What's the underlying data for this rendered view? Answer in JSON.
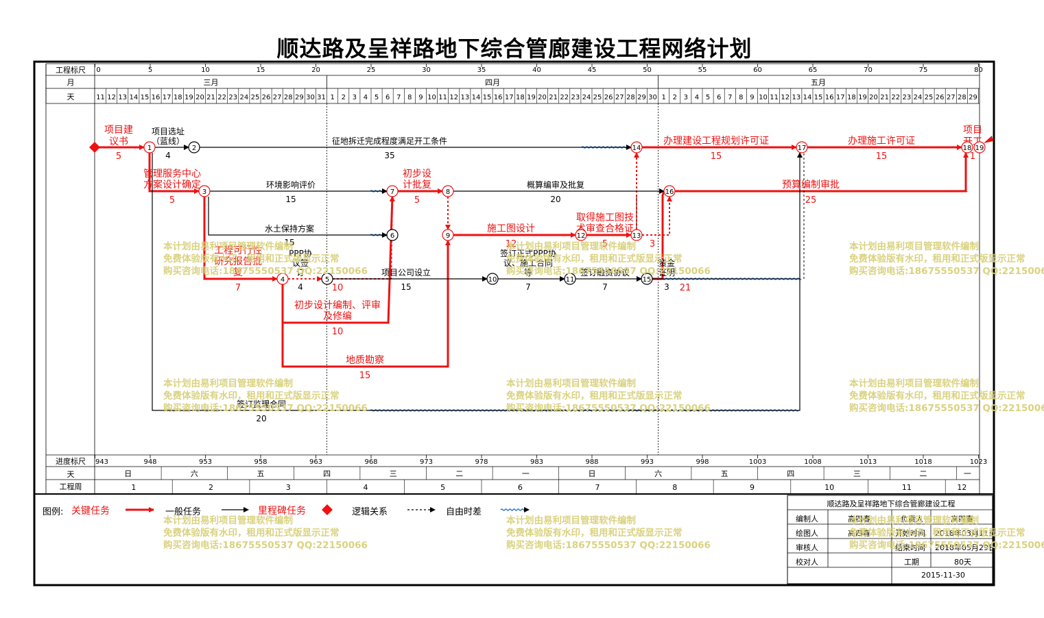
{
  "title": "顺达路及呈祥路地下综合管廊建设工程网络计划",
  "scale": {
    "row_labels": {
      "ruler": "工程标尺",
      "month": "月",
      "day": "天",
      "progress": "进度标尺",
      "weekday": "天",
      "week": "工程周"
    },
    "ruler_ticks": [
      "0",
      "5",
      "10",
      "15",
      "20",
      "25",
      "30",
      "35",
      "40",
      "45",
      "50",
      "55",
      "60",
      "65",
      "70",
      "75",
      "80"
    ],
    "months": [
      "三月",
      "四月",
      "五月"
    ],
    "days": [
      "11",
      "12",
      "13",
      "14",
      "15",
      "16",
      "17",
      "18",
      "19",
      "20",
      "21",
      "22",
      "23",
      "24",
      "25",
      "26",
      "27",
      "28",
      "29",
      "30",
      "31",
      "1",
      "2",
      "3",
      "4",
      "5",
      "6",
      "7",
      "8",
      "9",
      "10",
      "11",
      "12",
      "13",
      "14",
      "15",
      "16",
      "17",
      "18",
      "19",
      "20",
      "21",
      "22",
      "23",
      "24",
      "25",
      "26",
      "27",
      "28",
      "29",
      "30",
      "1",
      "2",
      "3",
      "4",
      "5",
      "6",
      "7",
      "8",
      "9",
      "10",
      "11",
      "12",
      "13",
      "14",
      "15",
      "16",
      "17",
      "18",
      "19",
      "20",
      "21",
      "22",
      "23",
      "24",
      "25",
      "26",
      "27",
      "28",
      "29"
    ],
    "progress_ticks": [
      "943",
      "948",
      "953",
      "958",
      "963",
      "968",
      "973",
      "978",
      "983",
      "988",
      "993",
      "998",
      "1003",
      "1008",
      "1013",
      "1018",
      "1023"
    ],
    "weekdays": [
      "日",
      "六",
      "五",
      "四",
      "三",
      "二",
      "一",
      "日",
      "六",
      "五",
      "四",
      "三",
      "二",
      "一"
    ],
    "weeks": [
      "1",
      "2",
      "3",
      "4",
      "5",
      "6",
      "7",
      "8",
      "9",
      "10",
      "11",
      "12"
    ]
  },
  "nodes": [
    "1",
    "2",
    "3",
    "4",
    "5",
    "6",
    "7",
    "8",
    "9",
    "10",
    "11",
    "12",
    "13",
    "14",
    "15",
    "16",
    "17",
    "18",
    "19"
  ],
  "tasks": [
    {
      "name": "项目建议书",
      "line1": "项目建",
      "line2": "议书",
      "duration": "5",
      "critical": true
    },
    {
      "name": "项目选址（蓝线）",
      "line1": "项目选址",
      "line2": "（蓝线）",
      "duration": "4",
      "critical": false
    },
    {
      "name": "征地拆迁完成程度满足开工条件",
      "duration": "35",
      "critical": false
    },
    {
      "name": "办理建设工程规划许可证",
      "duration": "15",
      "critical": true
    },
    {
      "name": "办理施工许可证",
      "duration": "15",
      "critical": true
    },
    {
      "name": "项目开工",
      "line1": "项目",
      "line2": "开工",
      "duration": "1",
      "critical": true
    },
    {
      "name": "管理服务中心方案设计确定",
      "line1": "管理服务中心",
      "line2": "方案设计确定",
      "duration": "5",
      "critical": true
    },
    {
      "name": "环境影响评价",
      "duration": "15",
      "critical": false
    },
    {
      "name": "初步设计批复",
      "line1": "初步设",
      "line2": "计批复",
      "duration": "5",
      "critical": true
    },
    {
      "name": "概算编审及批复",
      "duration": "20",
      "critical": false
    },
    {
      "name": "预算编制审批",
      "duration": "25",
      "critical": true
    },
    {
      "name": "水土保持方案",
      "duration": "15",
      "critical": false
    },
    {
      "name": "施工图设计",
      "duration": "12",
      "critical": true
    },
    {
      "name": "取得施工图技术审查合格证",
      "line1": "取得施工图技",
      "line2": "术审查合格证",
      "duration": "5",
      "critical": true
    },
    {
      "name": "",
      "duration": "3",
      "critical": true
    },
    {
      "name": "工程可行性研究报告批复",
      "line1": "工程可行性",
      "line2": "研究报告批",
      "line3": "复",
      "duration": "7",
      "critical": true
    },
    {
      "name": "PPP协议签订",
      "line1": "PPP协",
      "line2": "议签",
      "line3": "订",
      "duration": "4",
      "critical": false
    },
    {
      "name": "",
      "duration": "10",
      "critical": true
    },
    {
      "name": "项目公司设立",
      "duration": "15",
      "critical": false
    },
    {
      "name": "签订正式PPP协议、施工合同等",
      "line1": "签订正式PPP协",
      "line2": "议、施工合同",
      "line3": "等",
      "duration": "7",
      "critical": false
    },
    {
      "name": "签订融资协议",
      "duration": "7",
      "critical": false
    },
    {
      "name": "资金证明",
      "line1": "资金",
      "line2": "证明",
      "duration": "3",
      "critical": false
    },
    {
      "name": "",
      "duration": "21",
      "critical": true
    },
    {
      "name": "初步设计编制、评审及修编",
      "line1": "初步设计编制、评审",
      "line2": "及修编",
      "duration": "10",
      "critical": true
    },
    {
      "name": "地质勘察",
      "duration": "15",
      "critical": true
    },
    {
      "name": "签订监理合同",
      "duration": "20",
      "critical": false
    }
  ],
  "legend": {
    "label": "图例:",
    "critical": "关键任务",
    "normal": "一般任务",
    "milestone": "里程碑任务",
    "logic": "逻辑关系",
    "float": "自由时差"
  },
  "title_block": {
    "project": "顺达路及呈祥路地下综合管廊建设工程",
    "compiler_label": "编制人",
    "compiler": "高四春",
    "manager_label": "负责人",
    "manager": "高四春",
    "drafter_label": "绘图人",
    "drafter": "高四春",
    "start_label": "开始时间",
    "start": "2018年03月11日",
    "reviewer_label": "审核人",
    "end_label": "结束时间",
    "end": "2018年05月29日",
    "checker_label": "校对人",
    "duration_label": "工期",
    "duration": "80天",
    "date": "2015-11-30"
  },
  "watermark": {
    "line1": "本计划由易利项目管理软件编制",
    "line2": "免费体验版有水印，租用和正式版显示正常",
    "line3": "购买咨询电话:18675550537 QQ:22150066"
  },
  "colors": {
    "critical": "#ee1111",
    "normal": "#000000",
    "float": "#1a6fd0",
    "watermark": "#d8d07a"
  }
}
